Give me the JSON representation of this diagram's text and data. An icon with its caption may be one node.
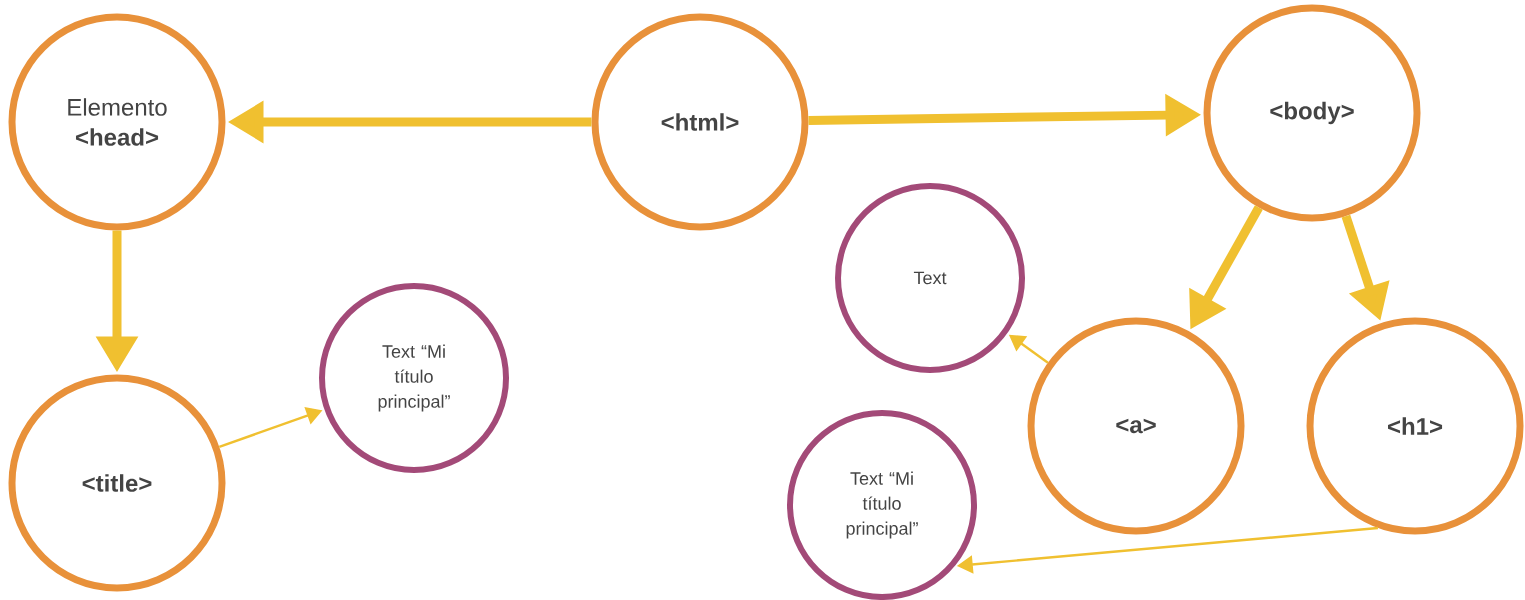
{
  "diagram": {
    "nodes": [
      {
        "text": [
          "Elemento **<head>**"
        ]
      },
      {
        "text": [
          "<html>"
        ]
      },
      {
        "text": [
          "<body>"
        ]
      },
      {
        "text": [
          "Text"
        ]
      },
      {
        "text": [
          "Text “Mi título principal”"
        ]
      },
      {
        "text": [
          "<title>"
        ]
      },
      {
        "text": [
          "<a>"
        ]
      },
      {
        "text": [
          "<h1>"
        ]
      },
      {
        "text": [
          "Text “Mi título principal”"
        ]
      }
    ],
    "edges": [
      {
        "from": 1,
        "to": 0,
        "arrow": "to"
      },
      {
        "from": 1,
        "to": 2,
        "arrow": "to"
      },
      {
        "from": 0,
        "to": 5,
        "arrow": "to"
      },
      {
        "from": 2,
        "to": 6,
        "arrow": "to"
      },
      {
        "from": 2,
        "to": 7,
        "arrow": "to"
      },
      {
        "from": 5,
        "to": 4,
        "arrow": "to"
      },
      {
        "from": 6,
        "to": 3,
        "arrow": "to"
      },
      {
        "from": 7,
        "to": 8,
        "arrow": "to"
      }
    ]
  }
}
